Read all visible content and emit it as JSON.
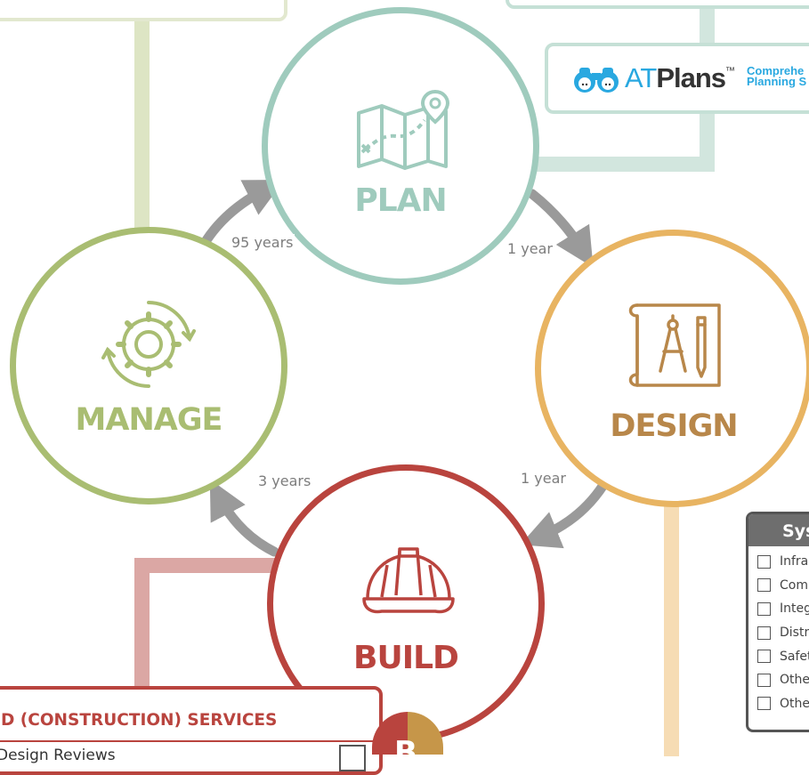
{
  "stages": {
    "plan": {
      "label": "PLAN",
      "color": "#9fcbbd",
      "text_color": "#9fcbbd"
    },
    "design": {
      "label": "DESIGN",
      "color": "#e8b462",
      "text_color": "#b8874a"
    },
    "build": {
      "label": "BUILD",
      "color": "#b9443e",
      "text_color": "#b9443e"
    },
    "manage": {
      "label": "MANAGE",
      "color": "#a9bd72",
      "text_color": "#a9bd72"
    }
  },
  "durations": {
    "manage_to_plan": "95 years",
    "plan_to_design": "1 year",
    "design_to_build": "1 year",
    "build_to_manage": "3 years"
  },
  "logo": {
    "brand_prefix": "AT",
    "brand_name": "Plans",
    "trademark": "™",
    "tagline_line1": "Comprehe",
    "tagline_line2": "Planning S"
  },
  "build_services": {
    "title": "D (CONSTRUCTION) SERVICES",
    "first_item": "Design Reviews",
    "badge_letter": "B"
  },
  "systems_panel": {
    "title": "Sys",
    "items": [
      "Infras",
      "Com",
      "Integ",
      "Distr",
      "Safet",
      "Othe",
      "Othe"
    ]
  },
  "colors": {
    "arrow": "#9a9a9a",
    "plan_connector": "#d2e6de",
    "manage_connector": "#dde5c4",
    "build_connector": "#dba7a4",
    "design_connector": "#f6dcb4",
    "logo_blue": "#29a8e0",
    "logo_dark": "#333333"
  }
}
